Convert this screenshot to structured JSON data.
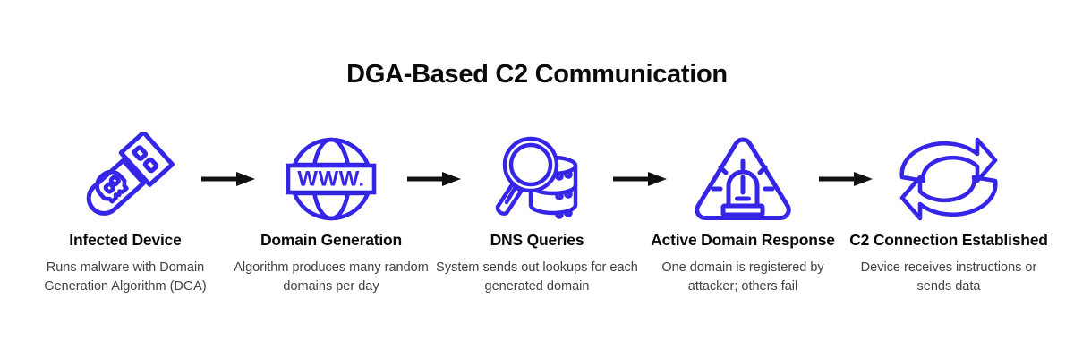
{
  "header": {
    "title": "DGA-Based C2 Communication"
  },
  "colors": {
    "icon_blue": "#3525e6",
    "arrow_black": "#111111",
    "title_black": "#0a0a0a",
    "desc_gray": "#3f4044",
    "background": "#ffffff"
  },
  "flow": {
    "steps": [
      {
        "icon": "usb-skull-icon",
        "title": "Infected Device",
        "desc": "Runs malware with Domain Generation Algorithm (DGA)"
      },
      {
        "icon": "globe-www-icon",
        "title": "Domain Generation",
        "desc": "Algorithm produces many random domains per day"
      },
      {
        "icon": "magnifier-database-icon",
        "title": "DNS Queries",
        "desc": "System sends out lookups for each generated domain"
      },
      {
        "icon": "alert-siren-triangle-icon",
        "title": "Active Domain Response",
        "desc": "One domain is registered by attacker; others fail"
      },
      {
        "icon": "sync-arrows-icon",
        "title": "C2 Connection Established",
        "desc": "Device receives instructions or sends data"
      }
    ],
    "connectors": [
      {
        "icon": "arrow-right-icon"
      },
      {
        "icon": "arrow-right-icon"
      },
      {
        "icon": "arrow-right-icon"
      },
      {
        "icon": "arrow-right-icon"
      }
    ],
    "globe_banner_text": "WWW."
  }
}
